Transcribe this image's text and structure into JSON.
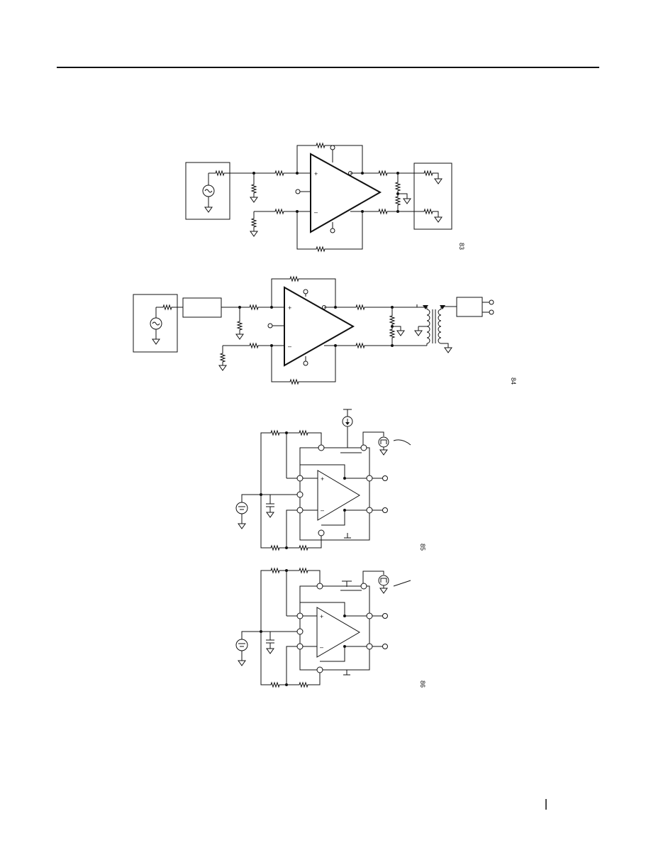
{
  "figures": [
    {
      "id": "fig-1",
      "amp_in_plus": "+",
      "amp_in_minus": "–",
      "note": "83"
    },
    {
      "id": "fig-2",
      "amp_in_plus": "+",
      "amp_in_minus": "–",
      "note": "84"
    },
    {
      "id": "fig-3",
      "amp_in_plus": "+",
      "amp_in_minus": "–",
      "note": "85"
    },
    {
      "id": "fig-4",
      "amp_in_plus": "+",
      "amp_in_minus": "–",
      "note": "86"
    }
  ]
}
